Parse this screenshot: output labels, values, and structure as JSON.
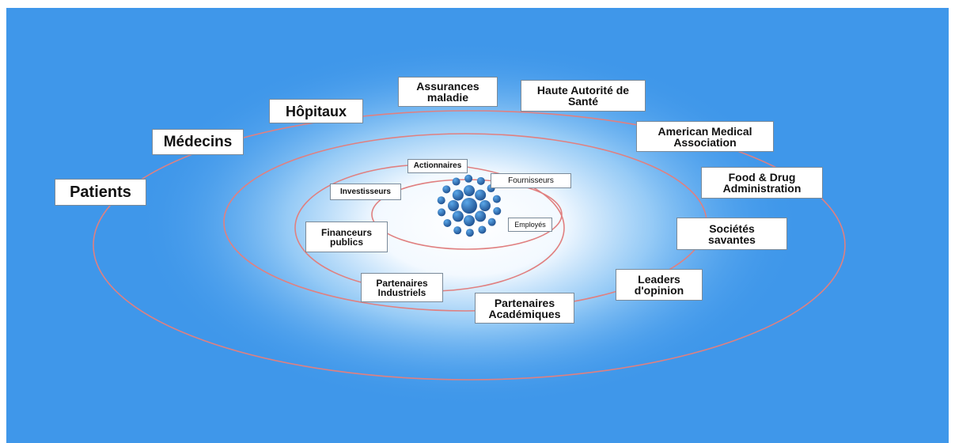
{
  "colors": {
    "background": "#3f97ea",
    "glow_center": "#ffffff",
    "ring": "#e08080",
    "logo_dark": "#1f4f8e",
    "logo_light": "#5aa8ea"
  },
  "center": {
    "logo": "circle-dots-logo"
  },
  "stakeholders": {
    "patients": "Patients",
    "medecins": "Médecins",
    "hopitaux": "Hôpitaux",
    "assurances": "Assurances\nmaladie",
    "has": "Haute Autorité de\nSanté",
    "ama": "American Medical\nAssociation",
    "fda": "Food & Drug\nAdministration",
    "societes": "Sociétés\nsavantes",
    "leaders": "Leaders\nd'opinion",
    "part_academiques": "Partenaires\nAcadémiques",
    "part_industriels": "Partenaires\nIndustriels",
    "financeurs": "Financeurs\npublics",
    "investisseurs": "Investisseurs",
    "actionnaires": "Actionnaires",
    "fournisseurs": "Fournisseurs",
    "employes": "Employés"
  }
}
